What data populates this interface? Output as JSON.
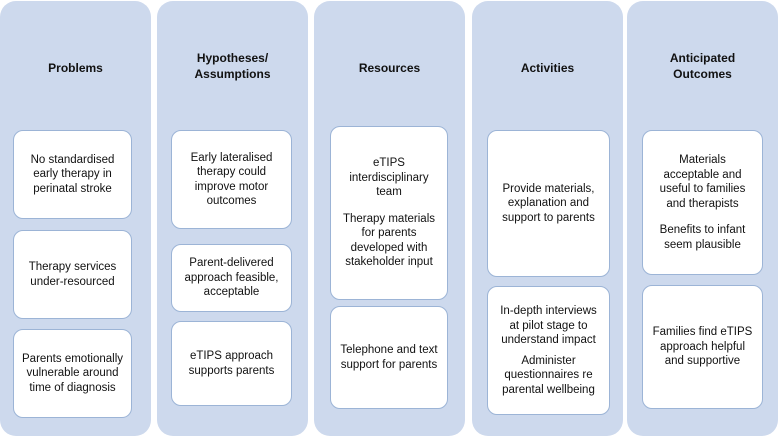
{
  "columns": [
    {
      "title": "Problems",
      "boxes": [
        [
          "No standardised\nearly therapy in\nperinatal stroke"
        ],
        [
          "Therapy services\nunder-resourced"
        ],
        [
          "Parents emotionally\nvulnerable around\ntime of diagnosis"
        ]
      ]
    },
    {
      "title": "Hypotheses/\nAssumptions",
      "boxes": [
        [
          "Early lateralised\ntherapy could\nimprove motor\noutcomes"
        ],
        [
          "Parent-delivered\napproach feasible,\nacceptable"
        ],
        [
          "eTIPS approach\nsupports parents"
        ]
      ]
    },
    {
      "title": "Resources",
      "boxes": [
        [
          "eTIPS\ninterdisciplinary\nteam",
          "Therapy materials\nfor parents\ndeveloped with\nstakeholder input"
        ],
        [
          "Telephone and text\nsupport for parents"
        ]
      ]
    },
    {
      "title": "Activities",
      "boxes": [
        [
          "Provide materials,\nexplanation and\nsupport to parents"
        ],
        [
          "In-depth interviews\nat pilot stage to\nunderstand impact",
          "Administer\nquestionnaires re\nparental wellbeing"
        ]
      ]
    },
    {
      "title": "Anticipated\nOutcomes",
      "boxes": [
        [
          "Materials\nacceptable and\nuseful to families\nand therapists",
          "Benefits to infant\nseem plausible"
        ],
        [
          "Families find eTIPS\napproach helpful\nand supportive"
        ]
      ]
    }
  ]
}
